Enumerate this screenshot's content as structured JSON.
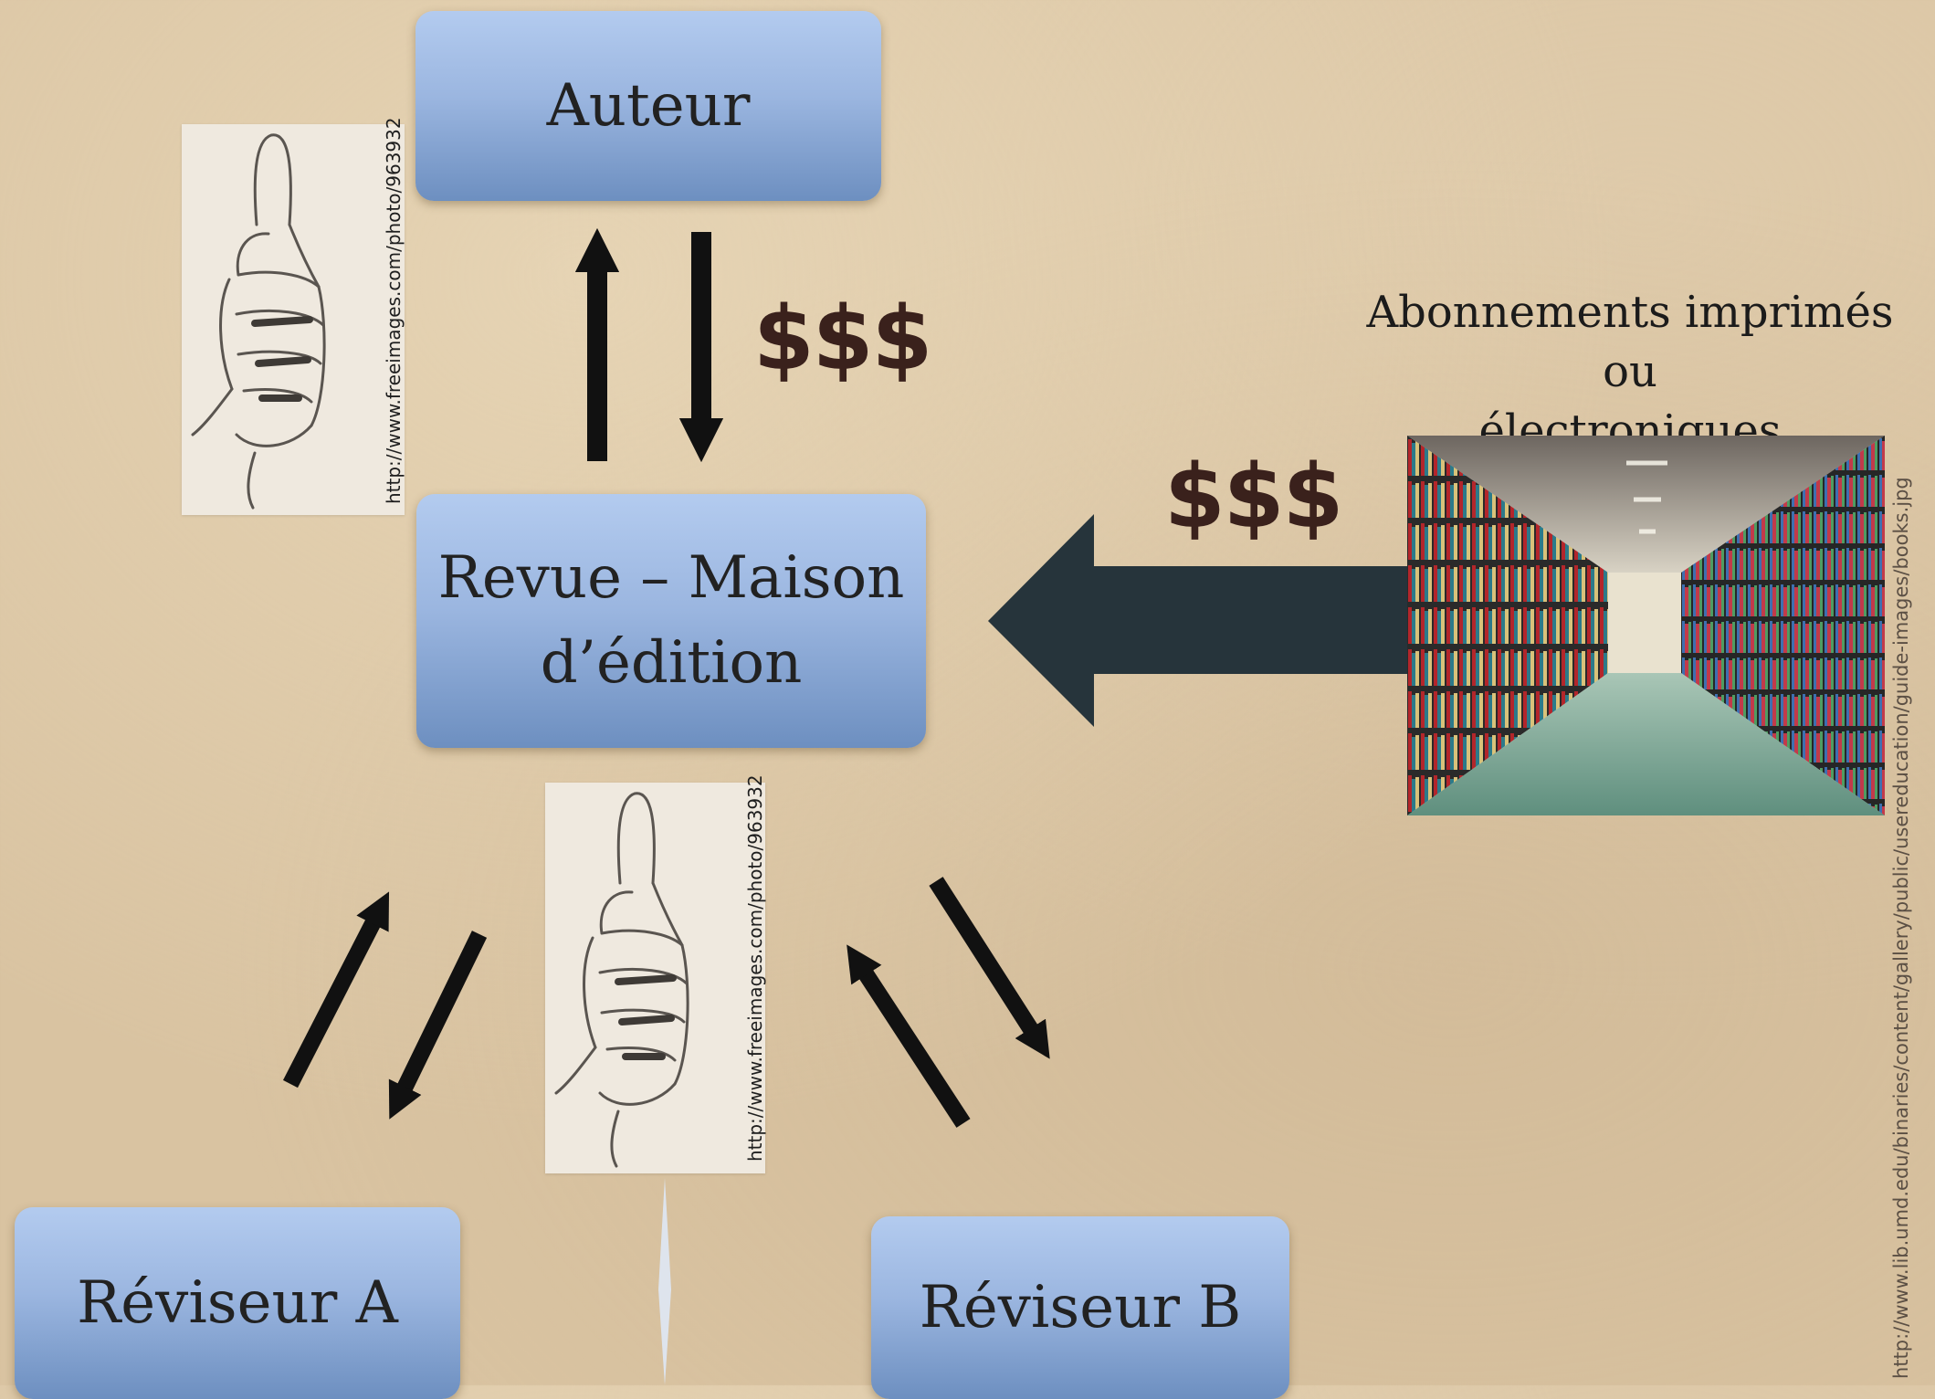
{
  "boxes": {
    "auteur": "Auteur",
    "revue_line1": "Revue – Maison",
    "revue_line2": "d’édition",
    "reviseur_a": "Réviseur A",
    "reviseur_b": "Réviseur B"
  },
  "labels": {
    "dollars_top": "$$$",
    "dollars_right": "$$$",
    "abonnements_line1": "Abonnements imprimés ou",
    "abonnements_line2": "électroniques"
  },
  "credits": {
    "thumb_top": "http://www.freeimages.com/photo/963932",
    "thumb_bottom": "http://www.freeimages.com/photo/963932",
    "library": "http://www.lib.umd.edu/binaries/content/gallery/public/usereducation/guide-images/books.jpg"
  },
  "icons": {
    "thumb": "thumbs-up-sketch-icon",
    "library": "library-bookshelves-photo"
  },
  "colors": {
    "background": "#d9c3a1",
    "box_top": "#b3cbef",
    "box_bottom": "#6d8fc0",
    "dollar": "#3a211c",
    "big_arrow": "#26343b"
  }
}
